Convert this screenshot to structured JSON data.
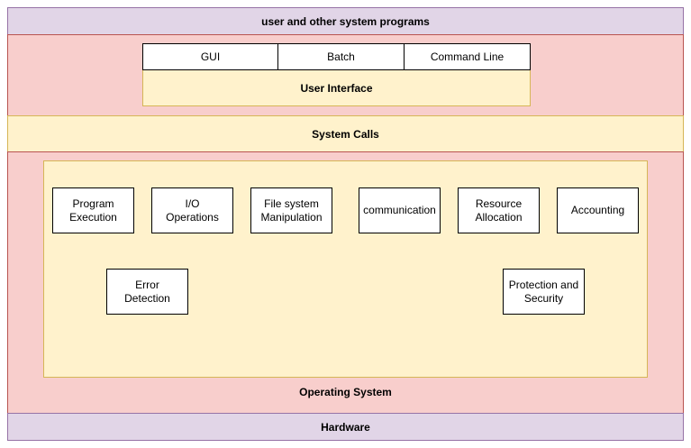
{
  "layers": {
    "user_programs": "user and other system programs",
    "user_interface": "User Interface",
    "system_calls": "System Calls",
    "operating_system": "Operating System",
    "hardware": "Hardware"
  },
  "ui_tabs": {
    "gui": "GUI",
    "batch": "Batch",
    "command_line": "Command Line"
  },
  "services": {
    "program_execution": "Program\nExecution",
    "io_operations": "I/O\nOperations",
    "file_system": "File system\nManipulation",
    "communication": "communication",
    "resource_allocation": "Resource\nAllocation",
    "accounting": "Accounting",
    "error_detection": "Error\nDetection",
    "protection_security": "Protection and\nSecurity"
  }
}
